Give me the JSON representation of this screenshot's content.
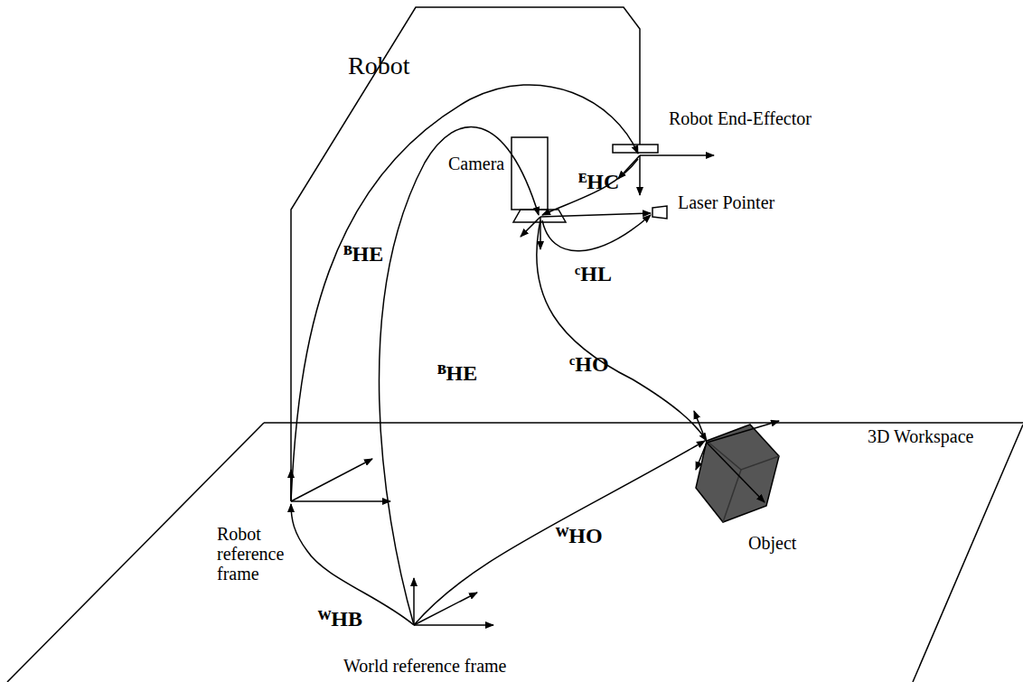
{
  "diagram": {
    "labels": [
      "Robot",
      "Robot End-Effector",
      "Camera",
      "Laser Pointer",
      "ᴱHC",
      "ᴮHE",
      "ᶜHL",
      "ᴮHE",
      "ᶜHO",
      "3D Workspace",
      "Robot reference frame",
      "ᵂHO",
      "Object",
      "ᵂHB",
      "World reference frame"
    ]
  }
}
